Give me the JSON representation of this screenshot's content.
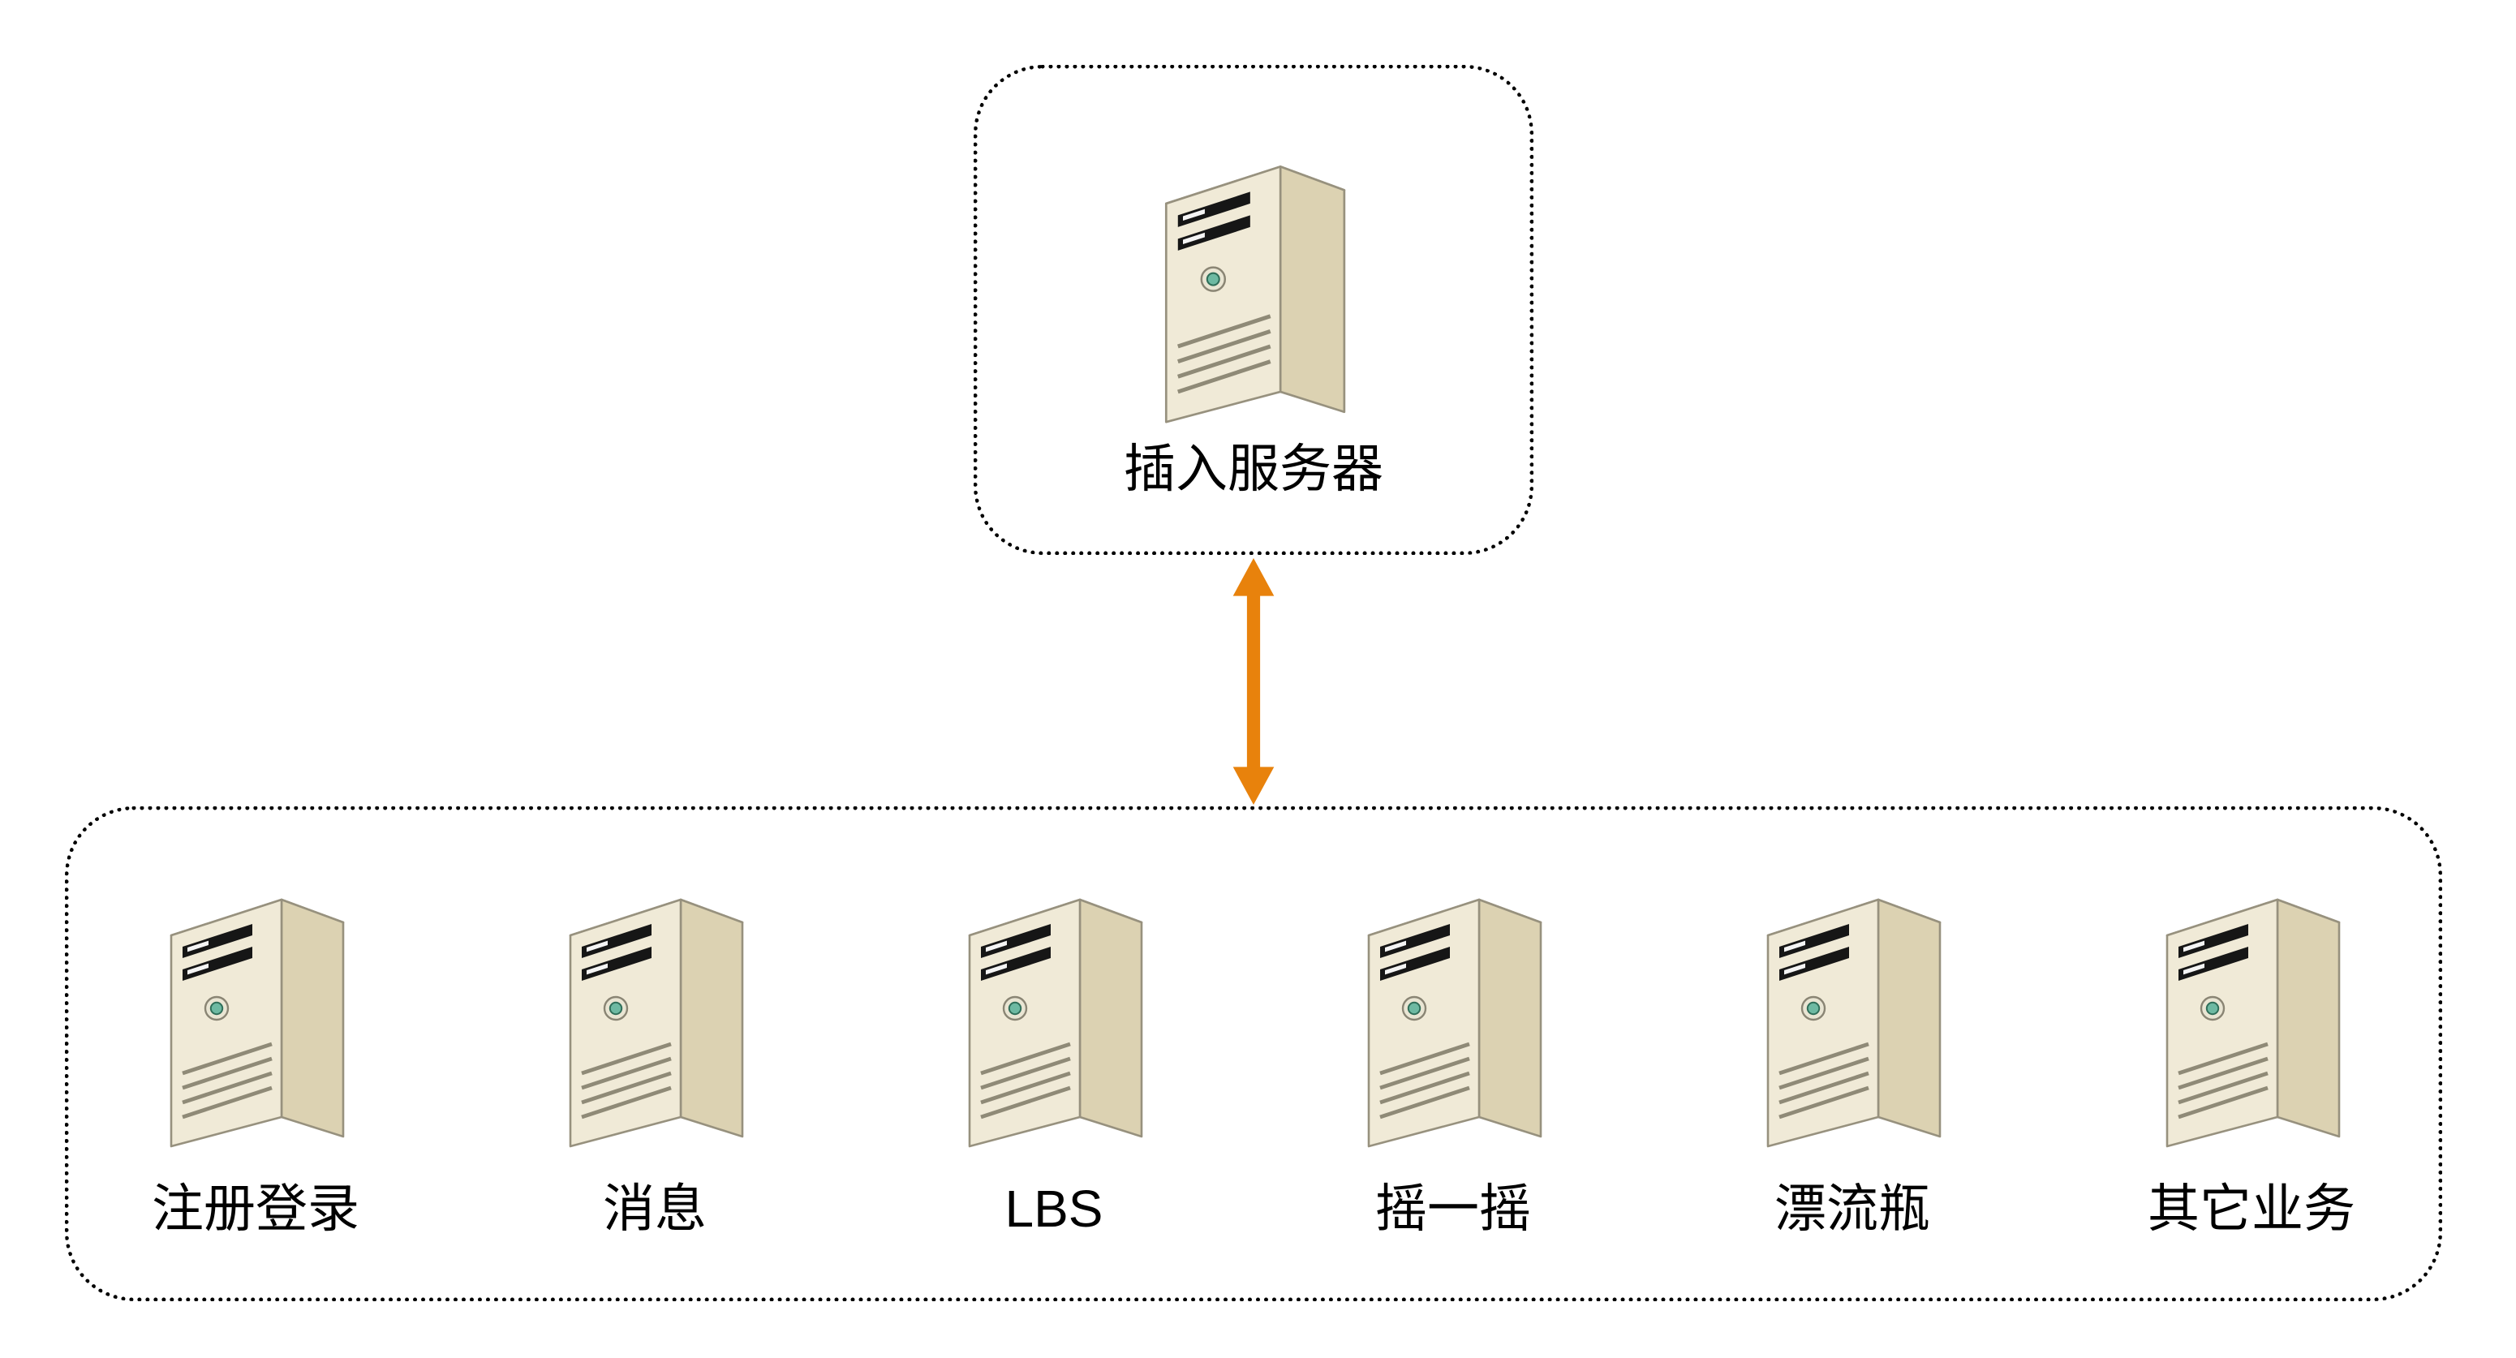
{
  "diagram": {
    "top_group": {
      "label": "插入服务器",
      "icon": "server-tower-icon"
    },
    "connector": {
      "icon": "double-headed-arrow-icon",
      "direction": "vertical-bidirectional",
      "color": "#E8820C"
    },
    "bottom_group": {
      "nodes": [
        {
          "label": "注册登录",
          "icon": "server-tower-icon"
        },
        {
          "label": "消息",
          "icon": "server-tower-icon"
        },
        {
          "label": "LBS",
          "icon": "server-tower-icon"
        },
        {
          "label": "摇一摇",
          "icon": "server-tower-icon"
        },
        {
          "label": "漂流瓶",
          "icon": "server-tower-icon"
        },
        {
          "label": "其它业务",
          "icon": "server-tower-icon"
        }
      ]
    },
    "colors": {
      "background": "#FFFFFF",
      "box_border": "#000000",
      "arrow": "#E8820C",
      "server_front": "#F0EAD7",
      "server_side": "#DCD2B2",
      "server_top": "#F9F5E8"
    }
  }
}
